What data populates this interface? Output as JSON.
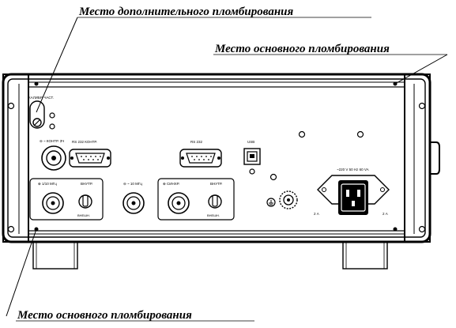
{
  "callouts": {
    "top_extra_seal": "Место дополнительного пломбирования",
    "right_main_seal": "Место основного пломбирования",
    "bottom_main_seal": "Место основного пломбирования"
  },
  "panel": {
    "calib_label": "КАЛИБР. ЧАСТ.",
    "ext_ref_label": "⊖ ~ КОНТР. ЗЧ",
    "rs232_contr_label": "RS 232 КОНТР.",
    "rs232_label": "RS 232",
    "usb_label": "USB",
    "input_1_label": "⊕ 1/10 МГц",
    "input_internal_label": "ВНУТР.",
    "input_external_label": "ВНЕШН.",
    "out_10mhz_label": "⊖ ~ 10 МГц",
    "sync_label": "⊕ СИНХР.",
    "sync_internal_label": "ВНУТР.",
    "sync_external_label": "ВНЕШН.",
    "power_rating_label": "~220 V 50 Hz 60 VA",
    "fuse_left_label": "2 А",
    "fuse_right_label": "2 А"
  }
}
